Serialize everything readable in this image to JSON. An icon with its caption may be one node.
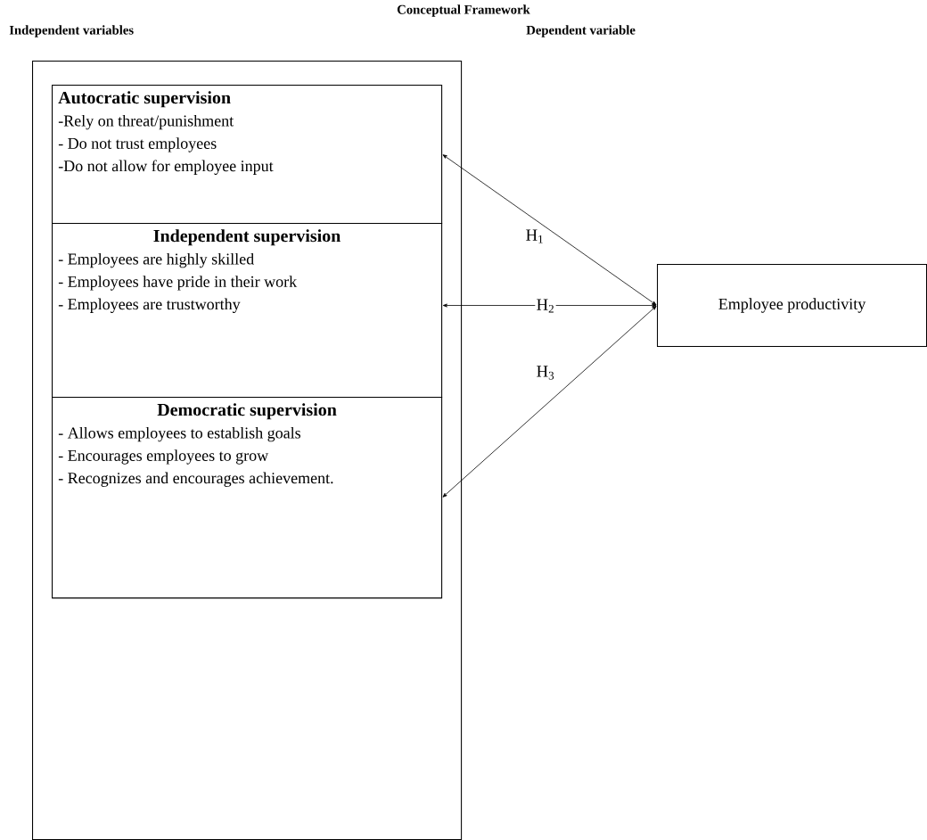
{
  "diagram": {
    "title": "Conceptual Framework",
    "nodes": [
      {
        "text": [],
        "shape": "box"
      },
      {
        "text": [
          "Autocratic supervision",
          "-Rely on threat/punishment",
          "- Do not trust employees",
          "-Do not allow for employee input"
        ],
        "in": 0
      },
      {
        "text": [
          "Independent supervision",
          "- Employees are highly skilled",
          "- Employees have pride in their work",
          "- Employees are trustworthy"
        ],
        "in": 0
      },
      {
        "text": [
          "Democratic supervision",
          "- Allows employees to establish goals",
          "- Encourages employees to grow",
          "- Recognizes and encourages achievement."
        ],
        "in": 0
      },
      {
        "text": [
          "Employee productivity"
        ]
      }
    ],
    "edges": [
      {
        "from": 4,
        "to": 1,
        "arrow": "both",
        "label": "H$_{1}$"
      },
      {
        "from": 4,
        "to": 2,
        "arrow": "both",
        "label": "H$_{2}$"
      },
      {
        "from": 4,
        "to": 3,
        "arrow": "both",
        "label": "H$_{3}$"
      }
    ],
    "labels": [
      "Independent variables",
      "Dependent variable"
    ]
  }
}
